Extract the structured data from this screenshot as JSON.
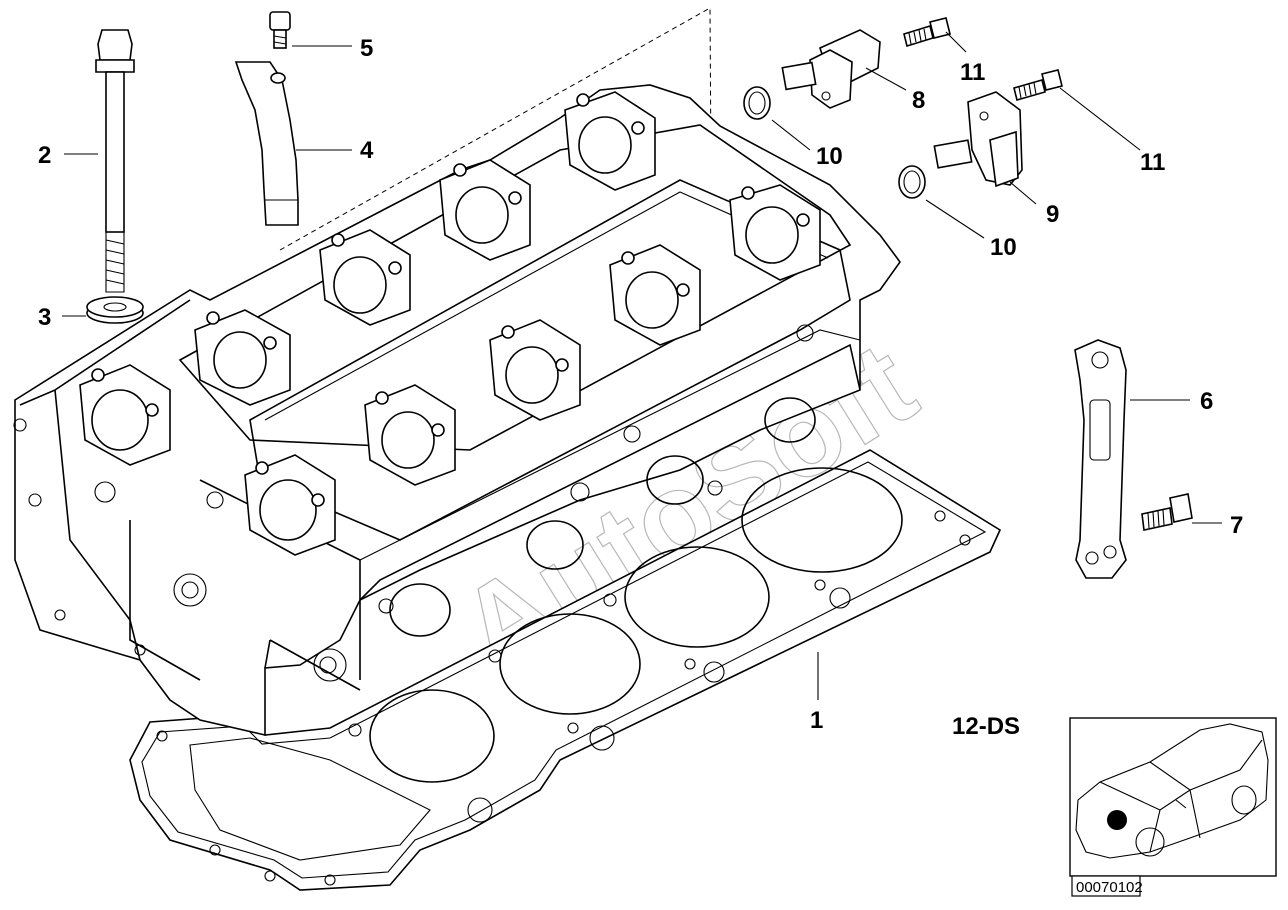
{
  "diagram": {
    "callouts": {
      "c1": "1",
      "c2": "2",
      "c3": "3",
      "c4": "4",
      "c5": "5",
      "c6": "6",
      "c7": "7",
      "c8": "8",
      "c9": "9",
      "c10a": "10",
      "c10b": "10",
      "c11a": "11",
      "c11b": "11"
    },
    "section_label": "12-DS",
    "document_id": "00070102",
    "watermark": "AutoSoft",
    "marker_color": "#000000",
    "line_color": "#000000"
  }
}
